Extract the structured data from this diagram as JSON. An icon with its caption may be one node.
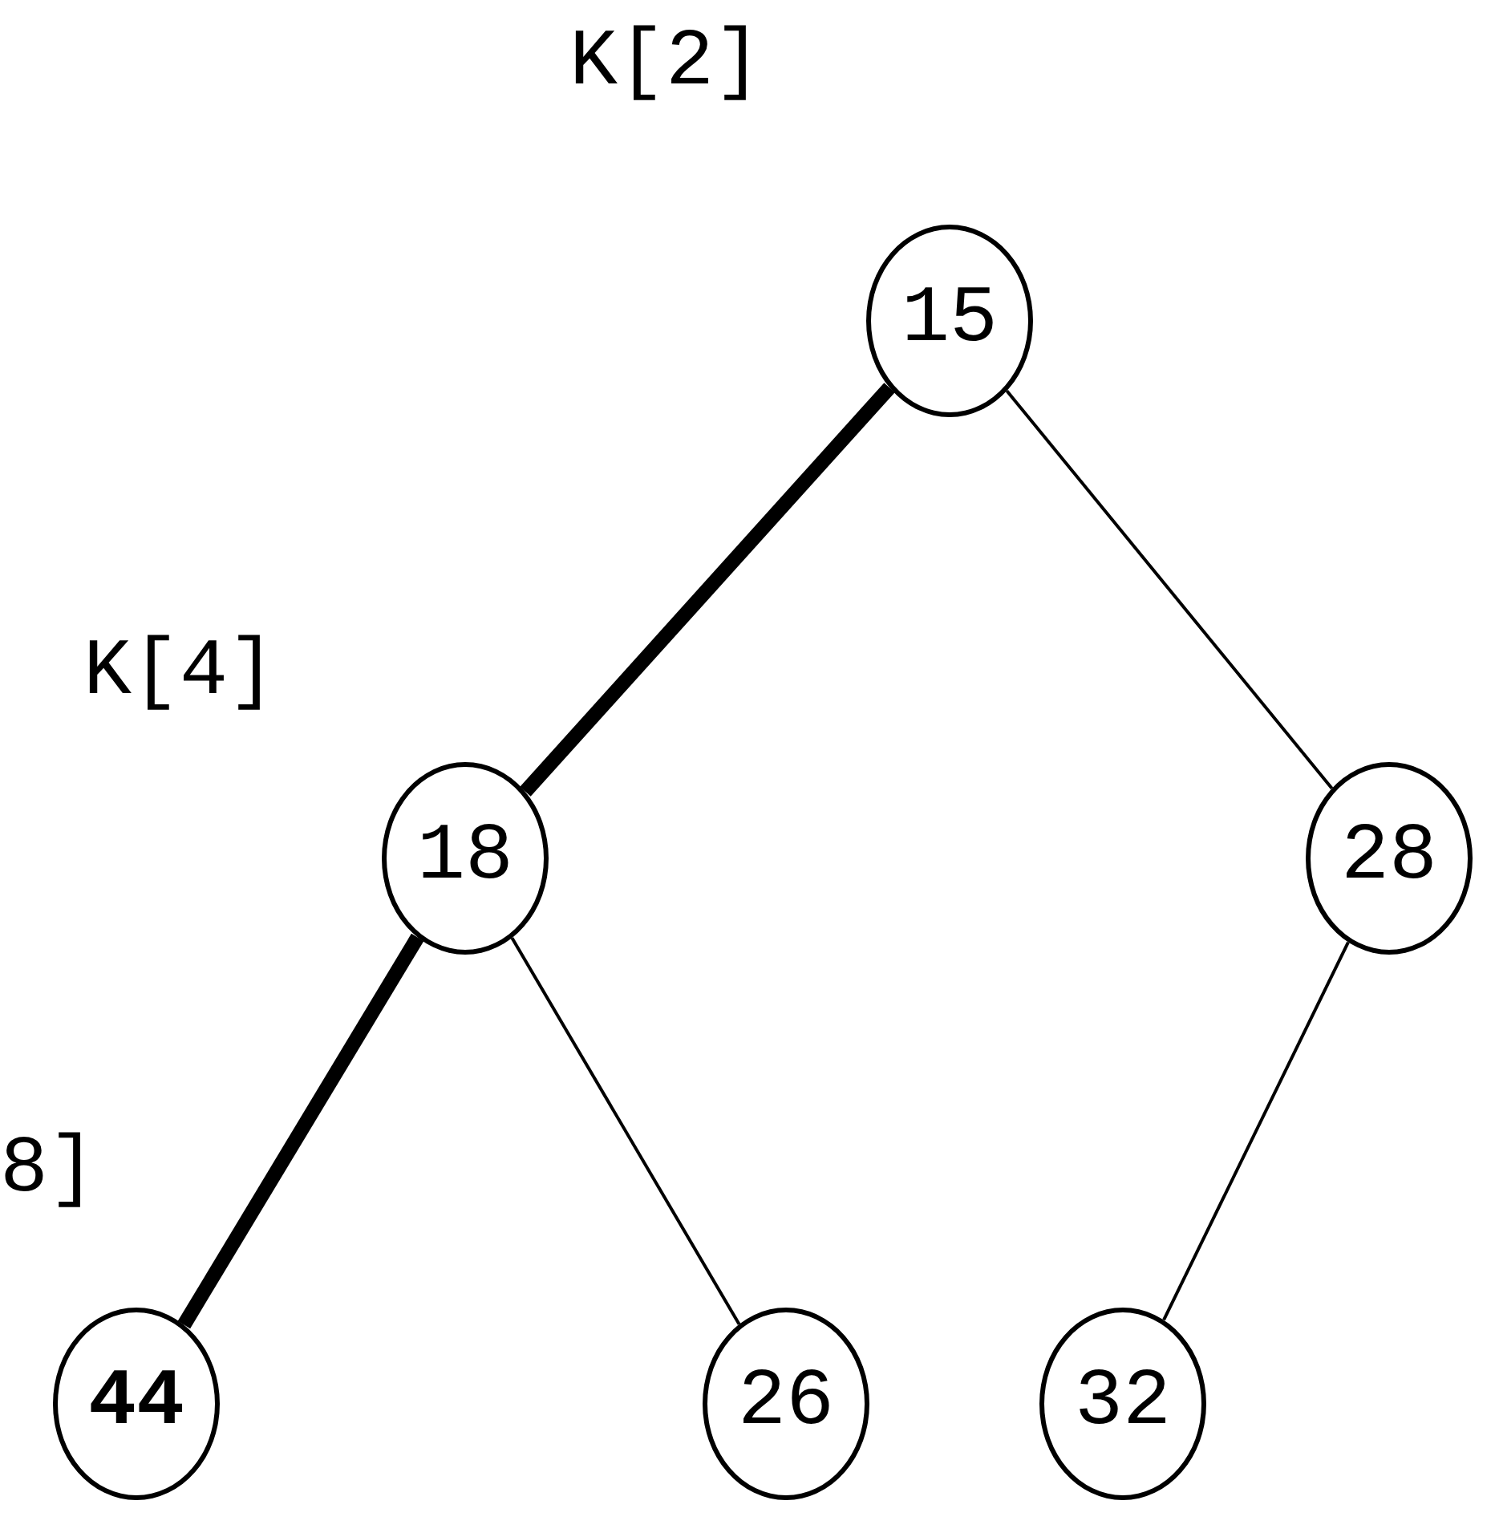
{
  "diagram": {
    "nodes": [
      {
        "text": [
          "15"
        ],
        "beside": [
          "K[2]"
        ]
      },
      {
        "text": [
          "18"
        ],
        "beside": [
          "K[4]"
        ]
      },
      {
        "text": [
          "28"
        ]
      },
      {
        "text": [
          "44"
        ],
        "beside": [
          "8]"
        ]
      },
      {
        "text": [
          "26"
        ]
      },
      {
        "text": [
          "32"
        ]
      }
    ],
    "edges": [
      {
        "from": 0,
        "to": 1,
        "arrow": "none",
        "style": "thick"
      },
      {
        "from": 0,
        "to": 2,
        "arrow": "none"
      },
      {
        "from": 1,
        "to": 3,
        "arrow": "none",
        "style": "thick"
      },
      {
        "from": 1,
        "to": 4,
        "arrow": "none"
      },
      {
        "from": 2,
        "to": 5,
        "arrow": "none"
      }
    ]
  }
}
